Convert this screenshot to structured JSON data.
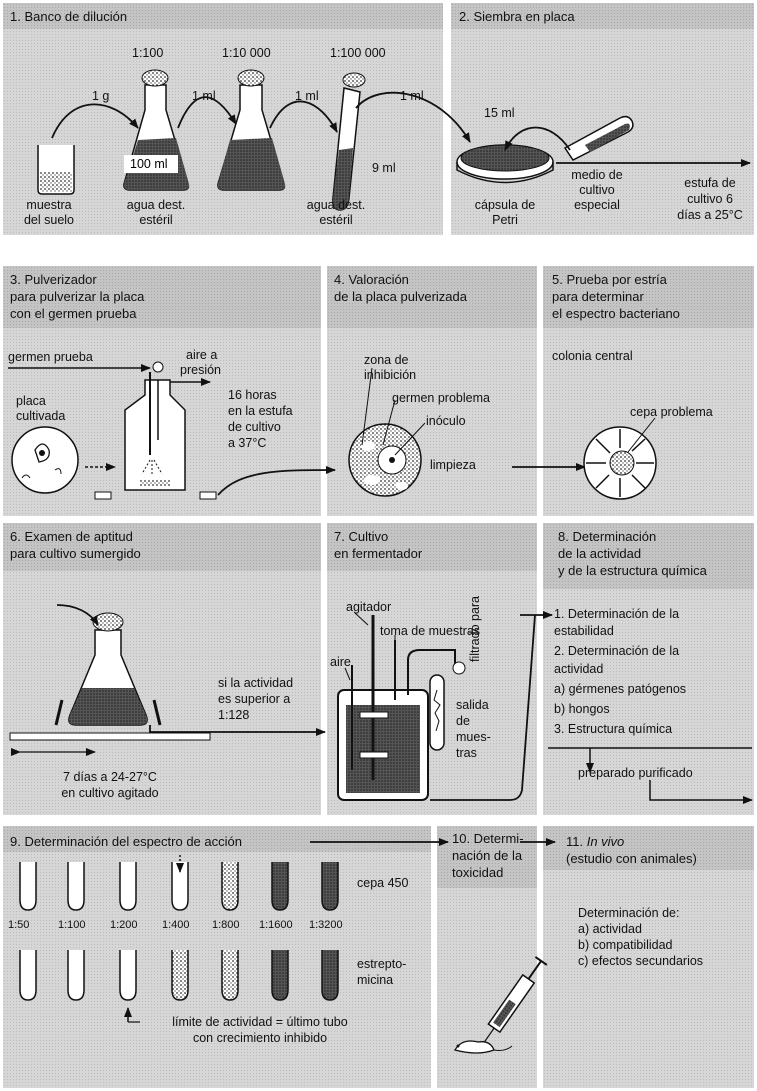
{
  "p1": {
    "title": "1. Banco de dilución",
    "r100": "1:100",
    "r10000": "1:10 000",
    "r100000": "1:100 000",
    "t1g": "1 g",
    "t1ml_a": "1 ml",
    "t1ml_b": "1 ml",
    "t1ml_c": "1 ml",
    "t100ml": "100 ml",
    "t9ml": "9 ml",
    "muestra1": "muestra",
    "muestra2": "del suelo",
    "agua1_1": "agua dest.",
    "agua1_2": "estéril",
    "agua2_1": "agua dest.",
    "agua2_2": "estéril"
  },
  "p2": {
    "title": "2. Siembra en placa",
    "t15ml": "15 ml",
    "capsula1": "cápsula de",
    "capsula2": "Petri",
    "medio1": "medio de",
    "medio2": "cultivo",
    "medio3": "especial",
    "estufa1": "estufa de",
    "estufa2": "cultivo 6",
    "estufa3": "días a 25°C"
  },
  "p3": {
    "title1": "3. Pulverizador",
    "title2": "para pulverizar la placa",
    "title3": "con el germen prueba",
    "germen": "germen prueba",
    "aire1": "aire a",
    "aire2": "presión",
    "placa1": "placa",
    "placa2": "cultivada",
    "horas1": "16 horas",
    "horas2": "en la estufa",
    "horas3": "de cultivo",
    "horas4": "a 37°C"
  },
  "p4": {
    "title1": "4. Valoración",
    "title2": "de la placa pulverizada",
    "zona1": "zona de",
    "zona2": "inhibición",
    "germenp": "germen problema",
    "inoculo": "inóculo",
    "limpieza": "limpieza"
  },
  "p5": {
    "title1": "5. Prueba por estría",
    "title2": "para determinar",
    "title3": "el espectro bacteriano",
    "colonia": "colonia central",
    "cepa": "cepa problema"
  },
  "p6": {
    "title1": "6. Examen de aptitud",
    "title2": "para cultivo sumergido",
    "dias1": "7 días a 24-27°C",
    "dias2": "en cultivo agitado",
    "si1": "si la actividad",
    "si2": "es superior a",
    "si3": "1:128"
  },
  "p7": {
    "title1": "7. Cultivo",
    "title2": "en fermentador",
    "agitador": "agitador",
    "toma": "toma de muestras",
    "aire": "aire",
    "salida1": "salida",
    "salida2": "de",
    "salida3": "mues-",
    "salida4": "tras",
    "filtrado": "filtrado para"
  },
  "p8": {
    "title1": "8. Determinación",
    "title2": "de la actividad",
    "title3": "y de la estructura química",
    "l1": "1. Determinación de la",
    "l2": "estabilidad",
    "l3": "2. Determinación de la",
    "l4": "actividad",
    "l5": "a) gérmenes patógenos",
    "l6": "b) hongos",
    "l7": "3. Estructura química",
    "preparado": "preparado purificado"
  },
  "p9": {
    "title": "9. Determinación del espectro de acción",
    "dilutions": [
      "1:50",
      "1:100",
      "1:200",
      "1:400",
      "1:800",
      "1:1600",
      "1:3200"
    ],
    "cepa": "cepa 450",
    "estrepto1": "estrepto-",
    "estrepto2": "micina",
    "limite1": "límite de actividad = último tubo",
    "limite2": "con crecimiento inhibido"
  },
  "p10": {
    "title1": "10. Determi-",
    "title2": "nación de la",
    "title3": "toxicidad"
  },
  "p11": {
    "title1": "11. ",
    "title_italic": "In vivo",
    "title2": "(estudio con animales)",
    "det": "Determinación  de:",
    "a": "a) actividad",
    "b": "b) compatibilidad",
    "c": "c) efectos secundarios"
  }
}
